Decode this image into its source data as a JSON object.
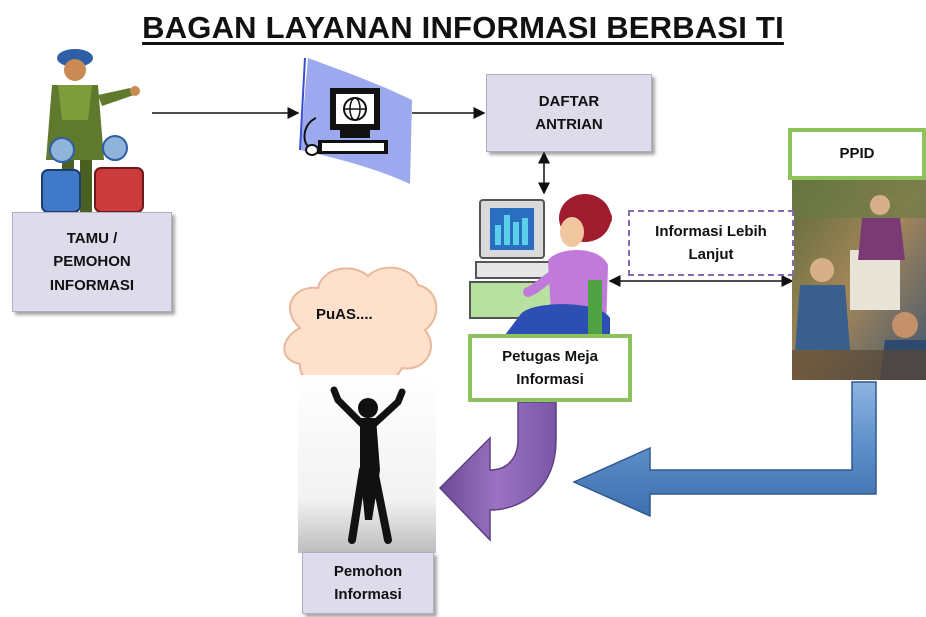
{
  "title": "BAGAN LAYANAN INFORMASI BERBASI TI",
  "nodes": {
    "tamu": "TAMU /\nPEMOHON\nINFORMASI",
    "daftar": "DAFTAR\nANTRIAN",
    "ppid": "PPID",
    "info_lanjut": "Informasi Lebih\nLanjut",
    "petugas": "Petugas Meja\nInformasi",
    "pemohon": "Pemohon\nInformasi",
    "cloud": "PuAS...."
  },
  "icons": [
    "traveler-with-luggage-icon",
    "computer-globe-icon",
    "woman-at-computer-icon",
    "meeting-photo-icon",
    "celebrating-person-silhouette-icon",
    "thought-cloud-icon"
  ],
  "colors": {
    "lavender": "#dedbea",
    "green_border": "#8ec25a",
    "purple_arrow": "#8a63b0",
    "blue_arrow": "#5b8dc9"
  }
}
